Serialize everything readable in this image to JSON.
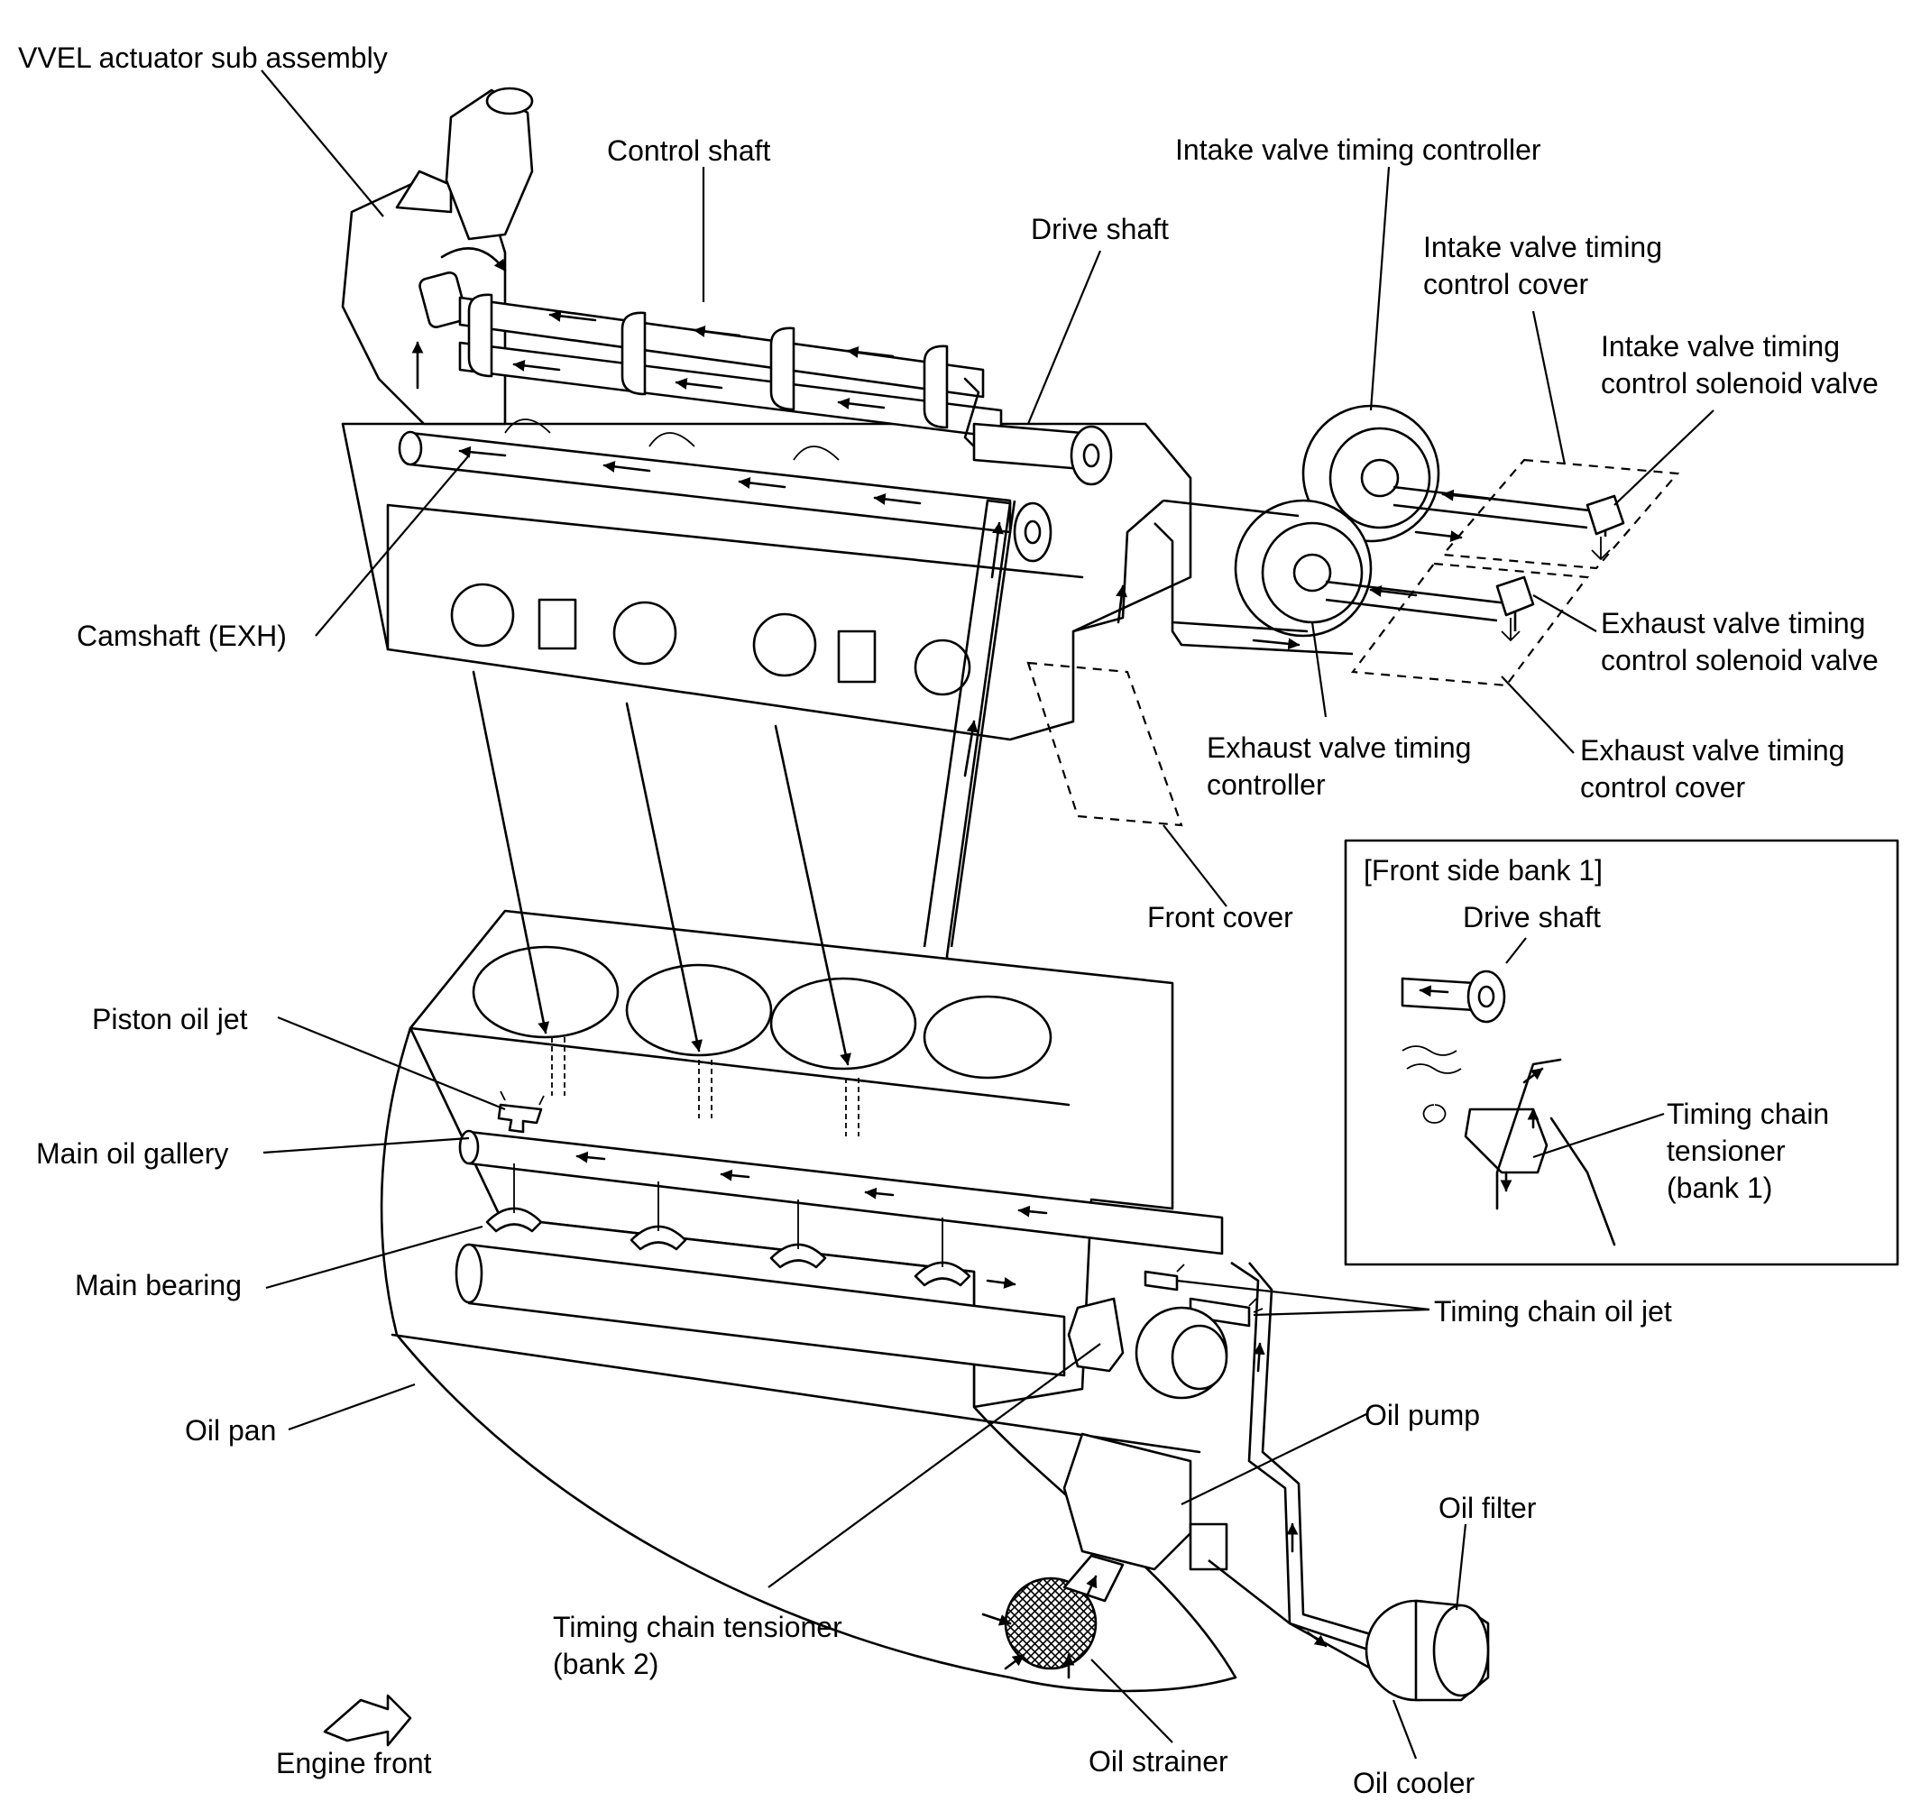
{
  "labels": {
    "vvel_actuator": "VVEL actuator sub assembly",
    "control_shaft": "Control shaft",
    "drive_shaft": "Drive shaft",
    "intake_vtc": "Intake valve timing controller",
    "intake_vtc_cover_1": "Intake valve timing",
    "intake_vtc_cover_2": "control cover",
    "intake_vtc_sol_1": "Intake valve timing",
    "intake_vtc_sol_2": "control solenoid valve",
    "camshaft_exh": "Camshaft (EXH)",
    "exhaust_vtc_sol_1": "Exhaust valve timing",
    "exhaust_vtc_sol_2": "control solenoid valve",
    "exhaust_vtc_1": "Exhaust valve timing",
    "exhaust_vtc_2": "controller",
    "exhaust_vtc_cover_1": "Exhaust valve timing",
    "exhaust_vtc_cover_2": "control cover",
    "front_cover": "Front cover",
    "piston_oil_jet": "Piston oil jet",
    "main_oil_gallery": "Main oil gallery",
    "main_bearing": "Main bearing",
    "oil_pan": "Oil pan",
    "timing_chain_oil_jet": "Timing chain oil jet",
    "oil_pump": "Oil pump",
    "oil_filter": "Oil filter",
    "tensioner_bank2_1": "Timing chain tensioner",
    "tensioner_bank2_2": "(bank 2)",
    "engine_front": "Engine front",
    "oil_strainer": "Oil strainer",
    "oil_cooler": "Oil cooler"
  },
  "inset": {
    "title": "[Front side bank 1]",
    "drive_shaft": "Drive shaft",
    "tensioner_1": "Timing chain",
    "tensioner_2": "tensioner",
    "tensioner_3": "(bank 1)"
  }
}
